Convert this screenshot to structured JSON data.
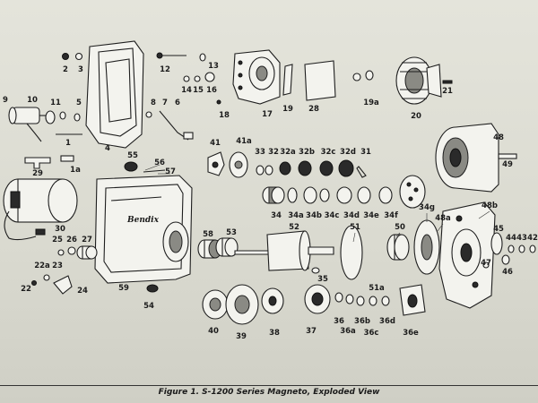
{
  "caption": "Figure 1. S-1200 Series Magneto, Exploded View",
  "callouts": [
    "1",
    "1a",
    "2",
    "3",
    "4",
    "5",
    "6",
    "7",
    "8",
    "9",
    "10",
    "11",
    "12",
    "13",
    "14",
    "15",
    "16",
    "17",
    "18",
    "19",
    "19a",
    "20",
    "21",
    "22",
    "22a",
    "23",
    "24",
    "25",
    "26",
    "27",
    "28",
    "29",
    "30",
    "31",
    "32",
    "32a",
    "32b",
    "32c",
    "32d",
    "33",
    "34",
    "34a",
    "34b",
    "34c",
    "34d",
    "34e",
    "34f",
    "34g",
    "35",
    "36",
    "36a",
    "36b",
    "36c",
    "36d",
    "36e",
    "37",
    "38",
    "39",
    "40",
    "41",
    "41a",
    "42",
    "43",
    "44",
    "45",
    "46",
    "47",
    "48",
    "48a",
    "48b",
    "49",
    "50",
    "51",
    "51a",
    "52",
    "53",
    "54",
    "55",
    "56",
    "57",
    "58",
    "59"
  ],
  "housing_logo": "Bendix"
}
